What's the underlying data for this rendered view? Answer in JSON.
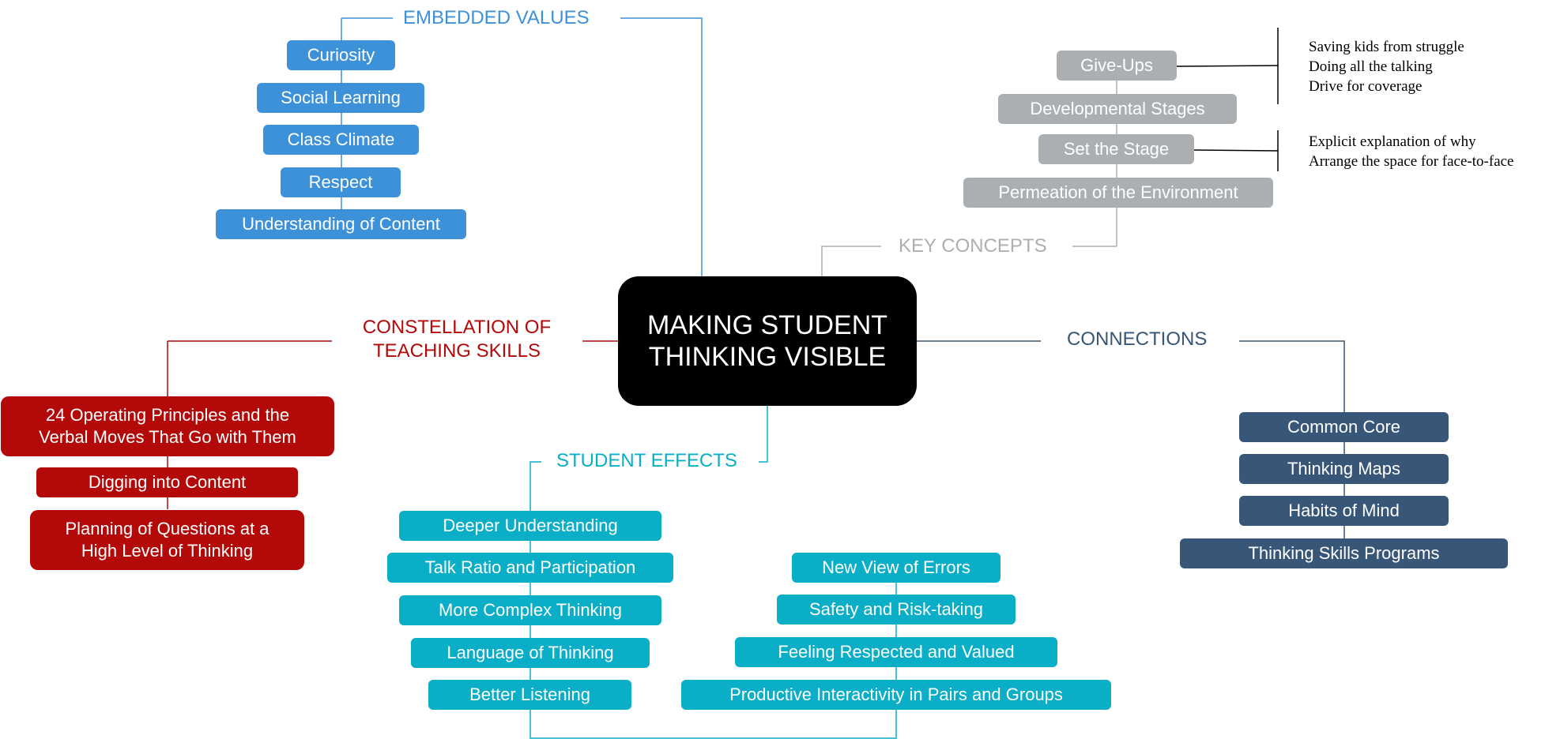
{
  "center": {
    "line1": "MAKING STUDENT",
    "line2": "THINKING VISIBLE"
  },
  "embedded_values": {
    "heading": "EMBEDDED VALUES",
    "items": [
      "Curiosity",
      "Social Learning",
      "Class Climate",
      "Respect",
      "Understanding of Content"
    ]
  },
  "key_concepts": {
    "heading": "KEY CONCEPTS",
    "items": [
      "Give-Ups",
      "Developmental Stages",
      "Set the Stage",
      "Permeation of the Environment"
    ],
    "give_ups_notes": [
      "Saving kids from struggle",
      "Doing all the talking",
      "Drive for coverage"
    ],
    "set_stage_notes": [
      "Explicit explanation of why",
      "Arrange the space for face-to-face"
    ]
  },
  "constellation": {
    "heading_line1": "CONSTELLATION OF",
    "heading_line2": "TEACHING SKILLS",
    "item1_line1": "24 Operating Principles and the",
    "item1_line2": "Verbal Moves That  Go with Them",
    "item2": "Digging into Content",
    "item3_line1": "Planning of Questions at a",
    "item3_line2": "High Level of Thinking"
  },
  "connections": {
    "heading": "CONNECTIONS",
    "items": [
      "Common Core",
      "Thinking Maps",
      "Habits of Mind",
      "Thinking Skills Programs"
    ]
  },
  "student_effects": {
    "heading": "STUDENT EFFECTS",
    "left_items": [
      "Deeper Understanding",
      "Talk Ratio and Participation",
      "More Complex Thinking",
      "Language of Thinking",
      "Better Listening"
    ],
    "right_items": [
      "New View of Errors",
      "Safety and Risk-taking",
      "Feeling Respected and Valued",
      "Productive Interactivity in Pairs and Groups"
    ]
  },
  "colors": {
    "embedded_values": "#3d91d9",
    "key_concepts": "#abafb2",
    "constellation": "#b40909",
    "connections": "#375678",
    "student_effects": "#0aaec6",
    "center": "#000000"
  }
}
